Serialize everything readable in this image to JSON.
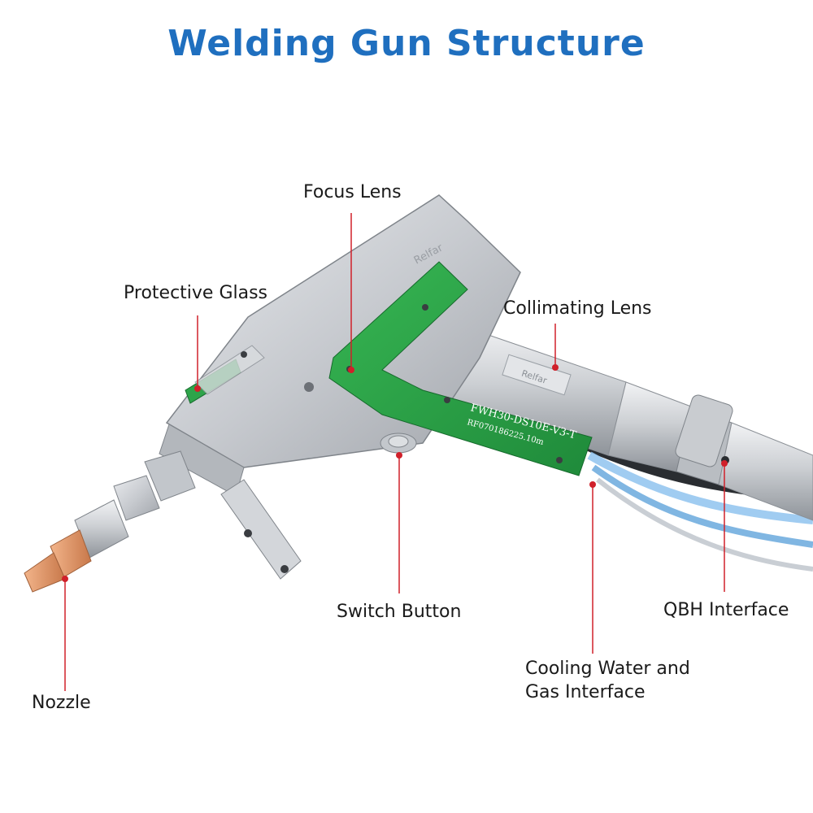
{
  "title": "Welding Gun Structure",
  "colors": {
    "title": "#1f6fbf",
    "accent_green": "#2ea44a",
    "pointer_red": "#d0202a",
    "metal": "#cfd2d6",
    "copper": "#e89a6a"
  },
  "device": {
    "brand_text": "Relfar",
    "model_text": "FWH30-DS10E-V3-T",
    "serial_text": "RF070186225.10m"
  },
  "labels": {
    "focus_lens": "Focus Lens",
    "protective_glass": "Protective Glass",
    "collimating_lens": "Collimating Lens",
    "switch_button": "Switch Button",
    "qbh_interface": "QBH Interface",
    "cooling_line1": "Cooling Water and",
    "cooling_line2": "Gas Interface",
    "nozzle": "Nozzle"
  }
}
